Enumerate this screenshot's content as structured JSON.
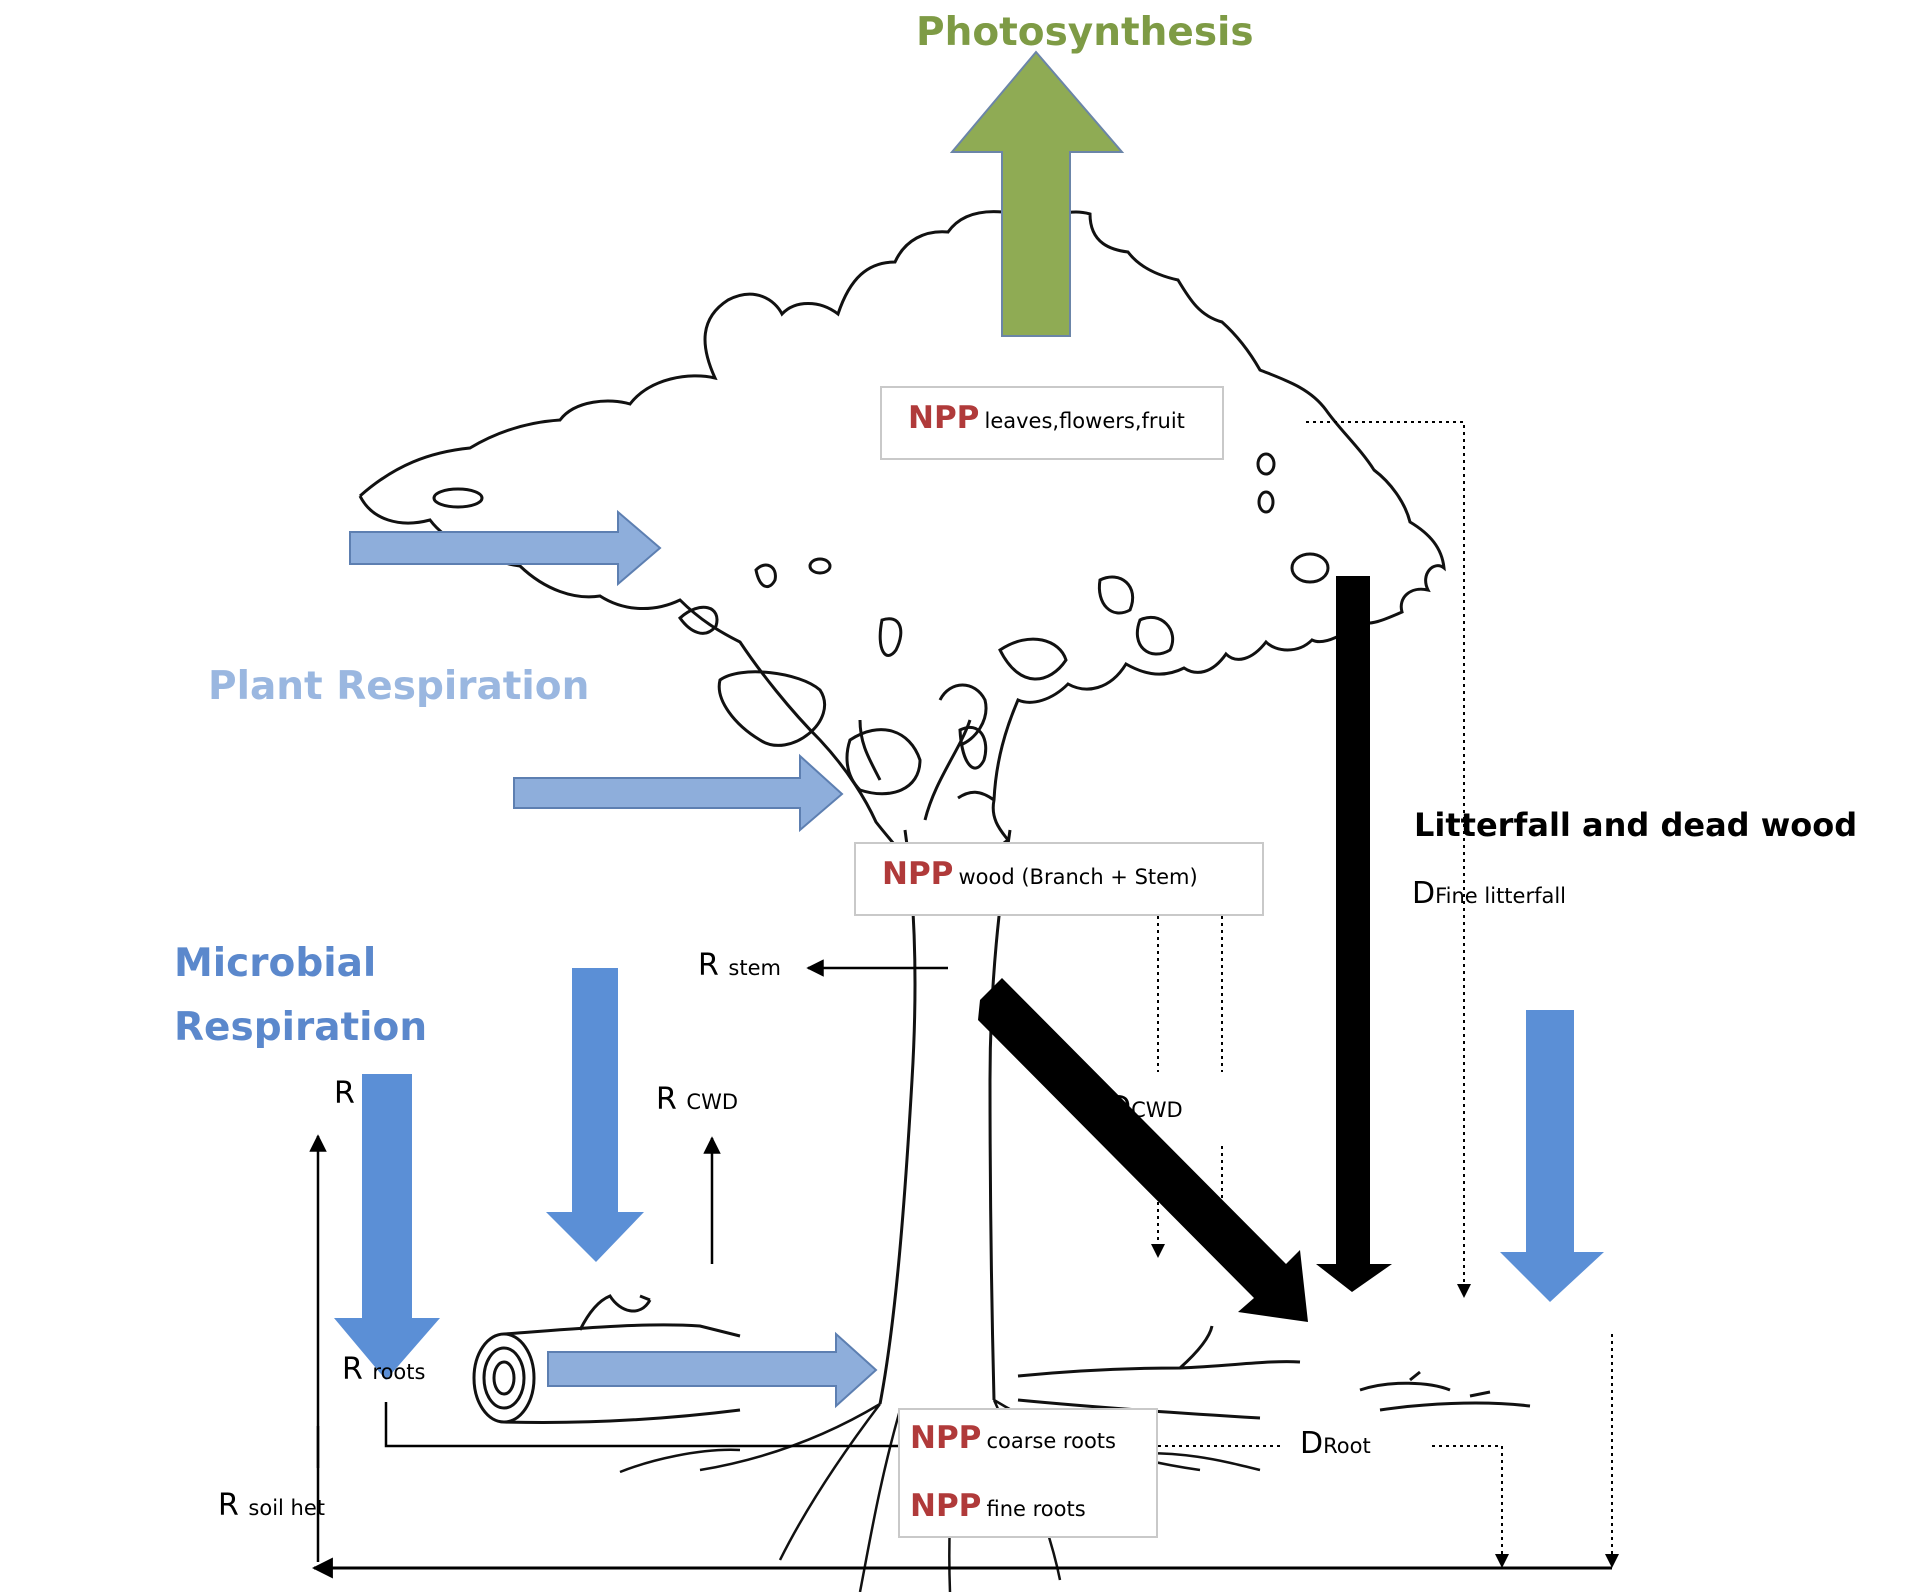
{
  "titles": {
    "photosynthesis": "Photosynthesis",
    "plant_respiration": "Plant Respiration",
    "microbial_respiration": "Microbial Respiration",
    "litterfall": "Litterfall and dead wood"
  },
  "npp_boxes": {
    "key": "NPP",
    "leaves": "leaves,flowers,fruit",
    "wood": "wood (Branch + Stem)",
    "coarse_roots": "coarse roots",
    "fine_roots": "fine roots"
  },
  "labels": {
    "r_stem": {
      "main": "R",
      "sub": "stem"
    },
    "r_cwd": {
      "main": "R",
      "sub": "CWD"
    },
    "r_plain": {
      "main": "R"
    },
    "r_roots": {
      "main": "R",
      "sub": "roots"
    },
    "r_soil_het": {
      "main": "R",
      "sub": "soil het"
    },
    "d_fine_litterfall": {
      "main": "D",
      "sub": "Fine litterfall"
    },
    "d_cwd": {
      "main": "D",
      "sub": "CWD"
    },
    "d_root": {
      "main": "D",
      "sub": "Root"
    }
  },
  "colors": {
    "photosynthesis_green": "#8fab54",
    "photosynthesis_text": "#7e9b45",
    "plant_resp_arrow": "#8eaedb",
    "plant_resp_text": "#9ab7e0",
    "microbial_arrow": "#5b8fd6",
    "microbial_text": "#5b88cc",
    "npp_red": "#b03a3a",
    "outline": "#111111"
  }
}
